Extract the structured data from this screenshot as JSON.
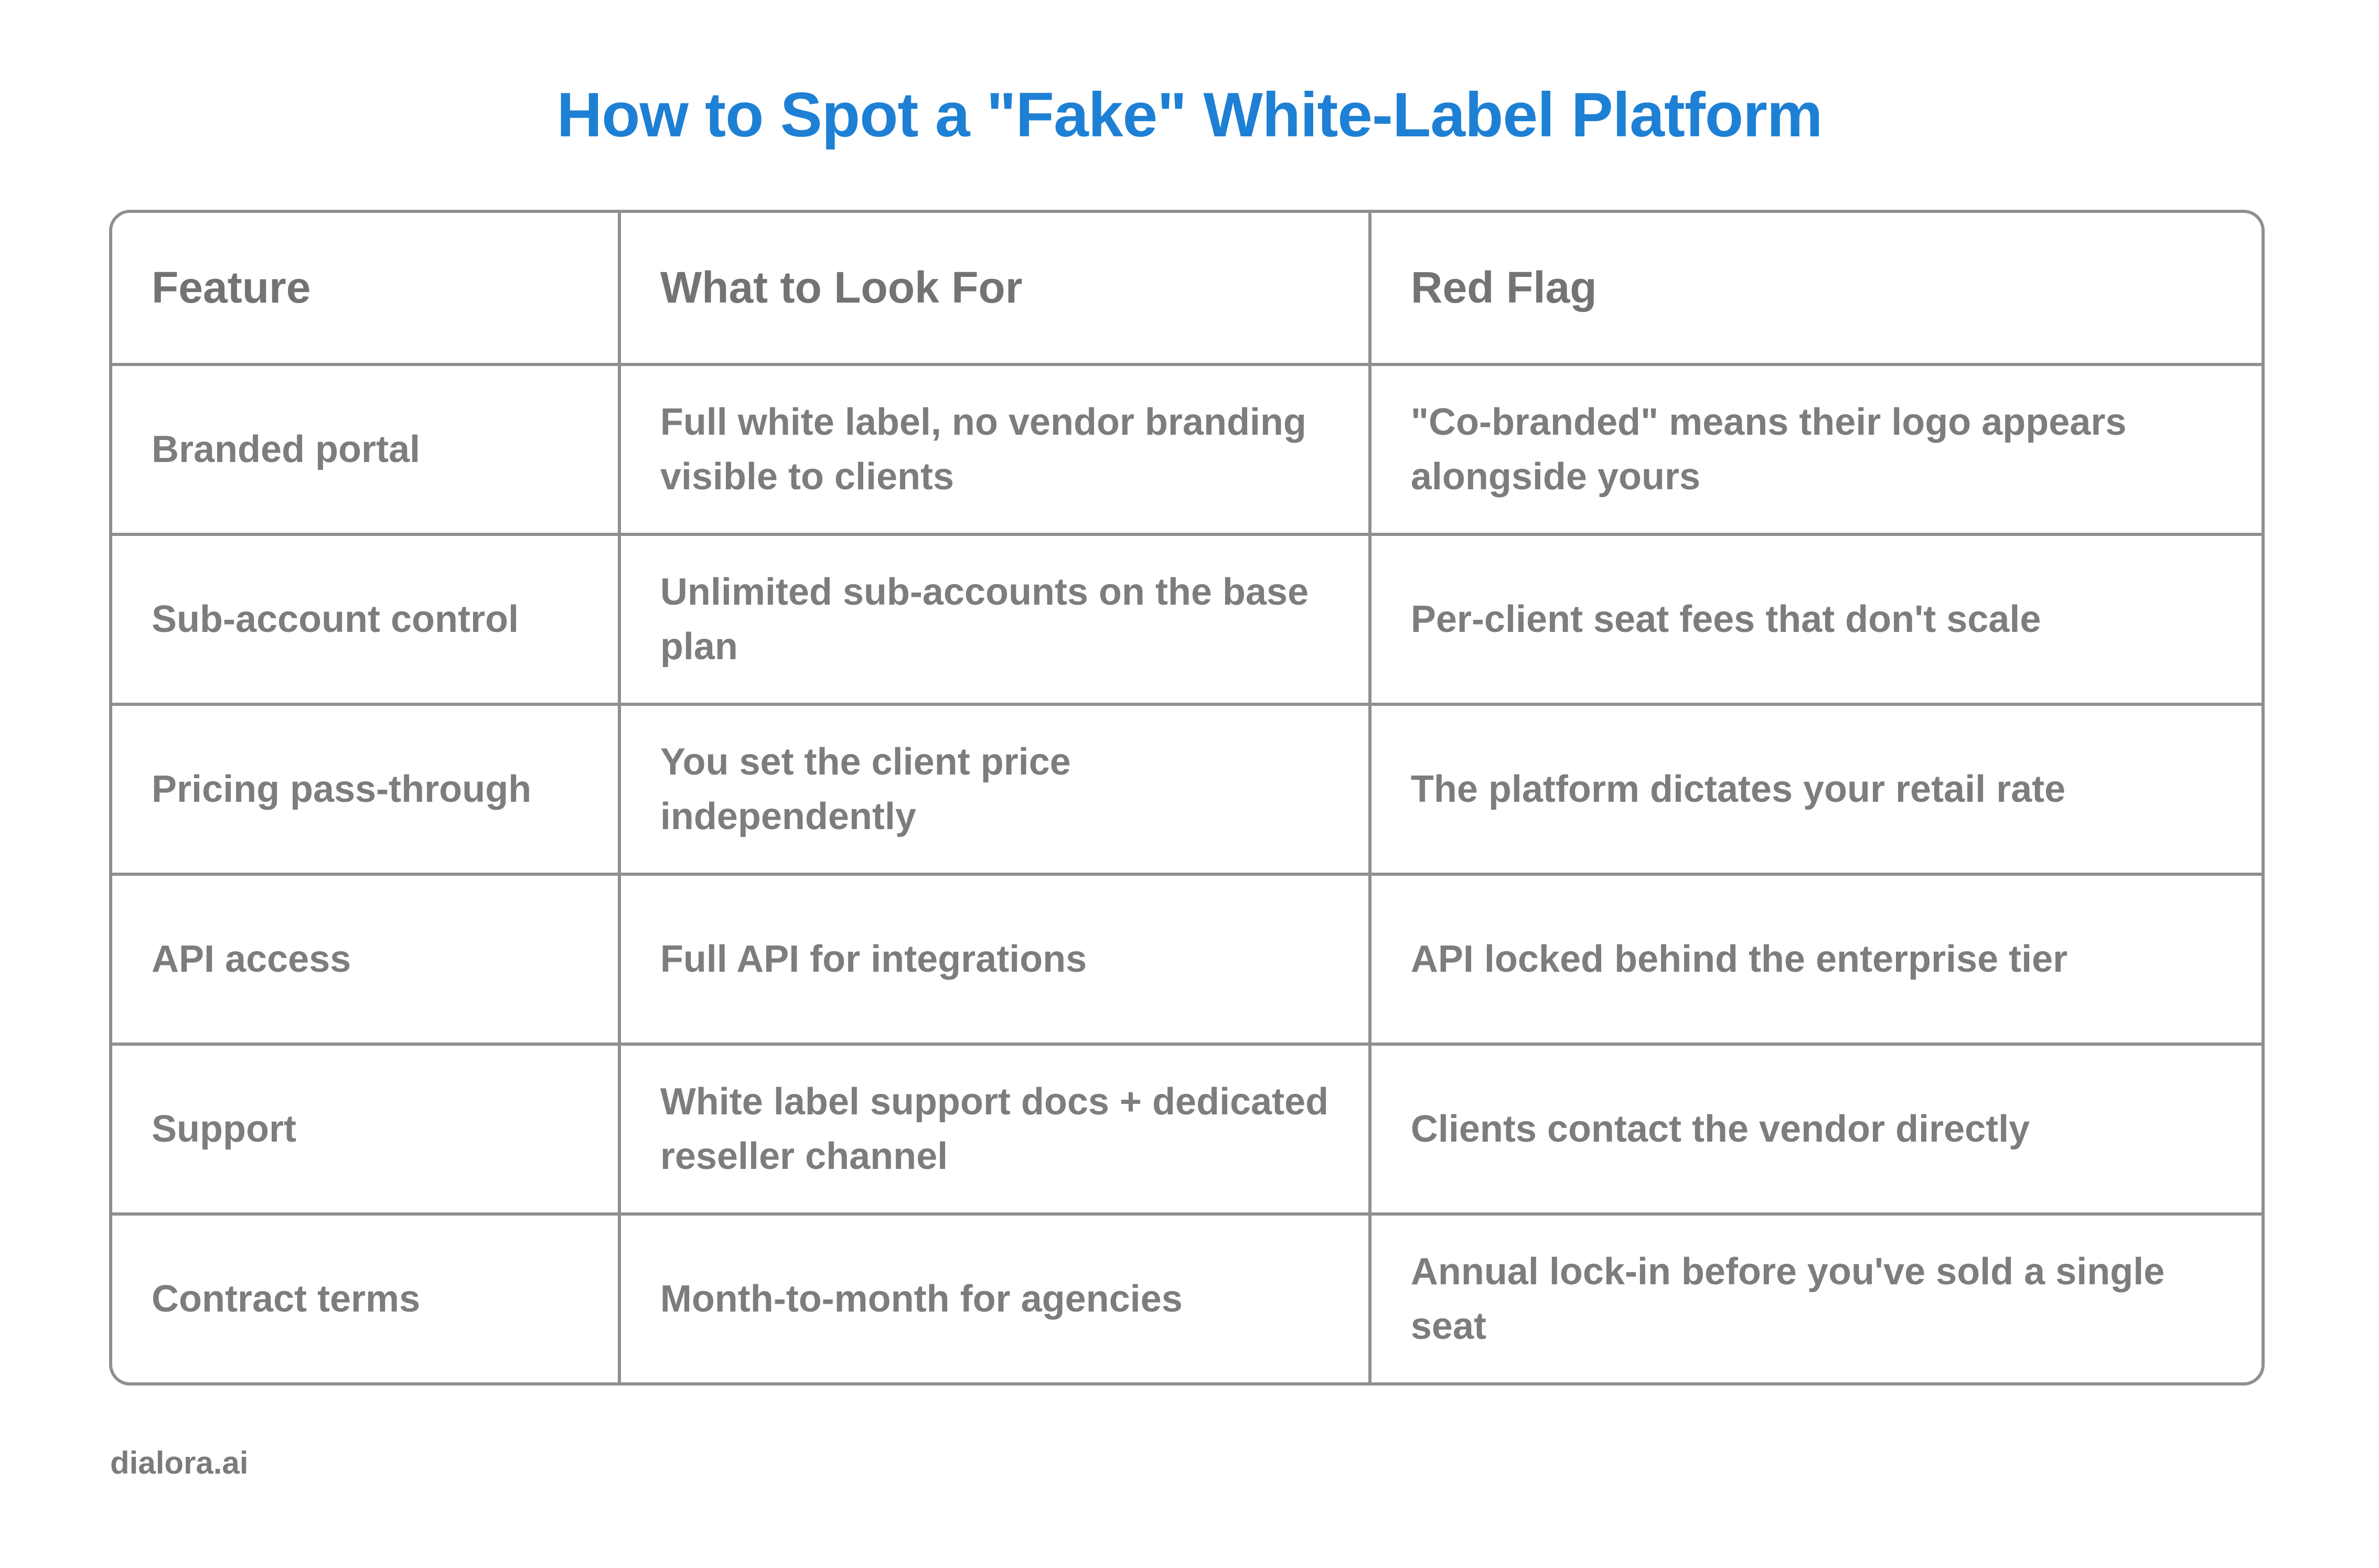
{
  "title": "How to Spot a \"Fake\" White-Label Platform",
  "colors": {
    "title_accent": "#1e80d4",
    "table_border": "#8f8f8f",
    "cell_text": "#7d7d7d",
    "background": "#ffffff"
  },
  "table": {
    "columns": [
      "Feature",
      "What to Look For",
      "Red Flag"
    ],
    "rows": [
      {
        "feature": "Branded portal",
        "look_for": "Full white label, no vendor branding visible to clients",
        "red_flag": "\"Co-branded\" means their logo appears alongside yours"
      },
      {
        "feature": "Sub-account control",
        "look_for": "Unlimited sub-accounts on the base plan",
        "red_flag": "Per-client seat fees that don't scale"
      },
      {
        "feature": "Pricing pass-through",
        "look_for": "You set the client price independently",
        "red_flag": "The platform dictates your retail rate"
      },
      {
        "feature": "API access",
        "look_for": "Full API for integrations",
        "red_flag": "API locked behind the enterprise tier"
      },
      {
        "feature": "Support",
        "look_for": "White label support docs + dedicated reseller channel",
        "red_flag": "Clients contact the vendor directly"
      },
      {
        "feature": "Contract terms",
        "look_for": "Month-to-month for agencies",
        "red_flag": "Annual lock-in before you've sold a single seat"
      }
    ]
  },
  "footer": {
    "brand": "dialora.ai"
  }
}
